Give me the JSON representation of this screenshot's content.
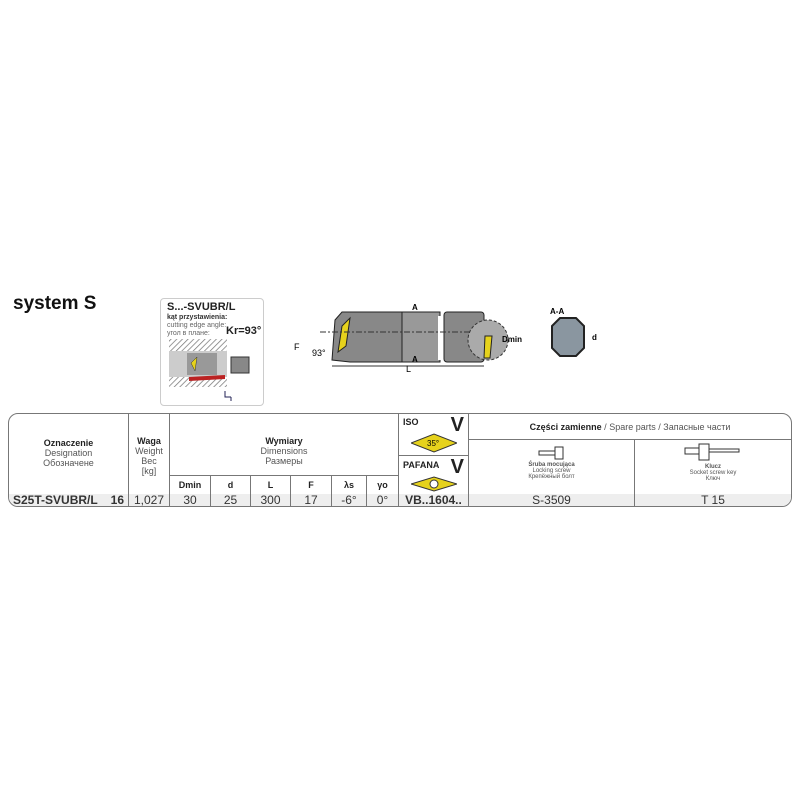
{
  "title": "system S",
  "card": {
    "code": "S...-SVUBR/L",
    "pl": "kąt przystawienia:",
    "en": "cutting edge angle:",
    "ru": "угол в плане:",
    "kr": "Kr=93°"
  },
  "drawing": {
    "angle": "93°",
    "F": "F",
    "L": "L",
    "A": "A",
    "dmin": "Dmin",
    "section": "A-A",
    "d": "d"
  },
  "table": {
    "designation": {
      "pl": "Oznaczenie",
      "en": "Designation",
      "ru": "Обозначене"
    },
    "weight": {
      "pl": "Waga",
      "en": "Weight",
      "ru": "Вес",
      "unit": "[kg]"
    },
    "dimensions": {
      "pl": "Wymiary",
      "en": "Dimensions",
      "ru": "Размеры"
    },
    "dim_cols": [
      "Dmin",
      "d",
      "L",
      "F",
      "λs",
      "γo"
    ],
    "iso": {
      "label": "ISO",
      "letter": "V",
      "angle": "35°"
    },
    "pafana": {
      "label": "PAFANA",
      "letter": "V"
    },
    "spare": {
      "pl": "Części zamienne",
      "en": "Spare parts",
      "ru": "Запасные части",
      "sep": "/"
    },
    "screw": {
      "pl": "Śruba mocująca",
      "en": "Locking screw",
      "ru": "Крепёжный болт"
    },
    "key": {
      "pl": "Klucz",
      "en": "Socket screw key",
      "ru": "Ключ"
    },
    "row": {
      "designation": "S25T-SVUBR/L",
      "size": "16",
      "weight": "1,027",
      "values": [
        "30",
        "25",
        "300",
        "17",
        "-6°",
        "0°"
      ],
      "insert": "VB..1604..",
      "screw": "S-3509",
      "key": "T 15"
    }
  }
}
